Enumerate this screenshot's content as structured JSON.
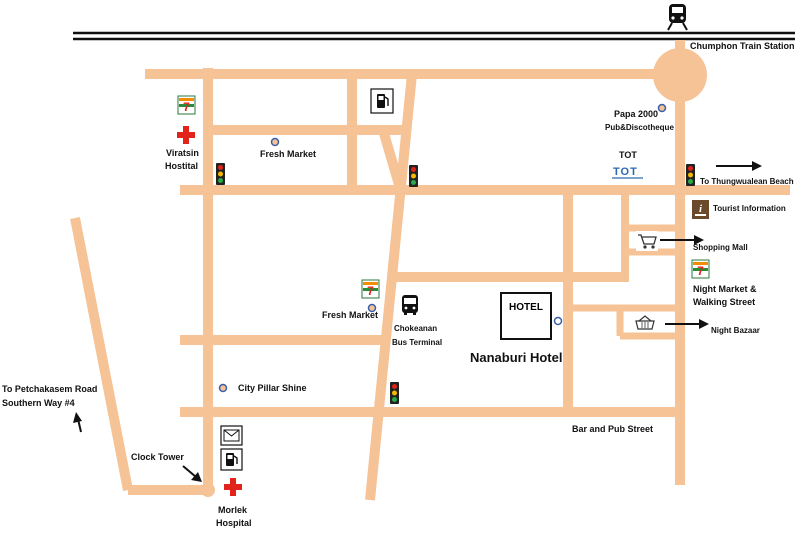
{
  "map": {
    "road_color": "#f5c396",
    "rail_color": "#111111",
    "labels": {
      "chumphon_train_station": "Chumphon Train Station",
      "papa_2000": "Papa 2000",
      "pub_discotheque": "Pub&Discotheque",
      "tot": "TOT",
      "tot_logo": "TOT",
      "to_thungwualean_beach": "To Thungwualean Beach",
      "tourist_information": "Tourist Information",
      "shopping_mall": "Shopping Mall",
      "night_market_line1": "Night Market &",
      "night_market_line2": "Walking Street",
      "night_bazaar": "Night Bazaar",
      "viratsin_line1": "Viratsin",
      "viratsin_line2": "Hostital",
      "fresh_market_top": "Fresh Market",
      "fresh_market_mid": "Fresh Market",
      "chokeanan_line1": "Chokeanan",
      "chokeanan_line2": "Bus Terminal",
      "hotel_sign": "HOTEL",
      "nanaburi_hotel": "Nanaburi Hotel",
      "city_pillar_shine": "City Pillar Shine",
      "to_petchakasem_line1": "To Petchakasem Road",
      "to_petchakasem_line2": "Southern Way #4",
      "clock_tower": "Clock Tower",
      "morlek_line1": "Morlek",
      "morlek_line2": "Hospital",
      "bar_and_pub_street": "Bar and Pub Street"
    },
    "icons": {
      "train": "train-icon",
      "seven_eleven": "seven-eleven-icon",
      "hospital": "red-cross-icon",
      "gas_station": "gas-station-icon",
      "traffic_light": "traffic-light-icon",
      "bus": "bus-icon",
      "bed": "hotel-bed-icon",
      "mail": "post-office-icon",
      "cart": "shopping-cart-icon",
      "basket": "basket-icon",
      "info": "info-icon",
      "landmark": "landmark-dot-icon"
    }
  }
}
